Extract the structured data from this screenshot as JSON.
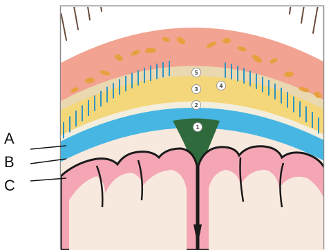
{
  "labels": {
    "a": "A",
    "b": "B",
    "c": "C"
  },
  "markers": {
    "m1": "1",
    "m2": "2",
    "m3": "3",
    "m4": "4",
    "m5": "5"
  },
  "colors": {
    "skin": "#f2a391",
    "scalp_band": "#e9d8b0",
    "bone": "#f4d77a",
    "bone_spots": "#e7a03d",
    "dura": "#f3eedd",
    "arachnoid": "#47b6e3",
    "sinus": "#2f6a3c",
    "brain_outline": "#1a1a1a",
    "brain_fill": "#f8e9df",
    "brain_gyri": "#f4a6b4",
    "hair": "#6a4a3a"
  }
}
